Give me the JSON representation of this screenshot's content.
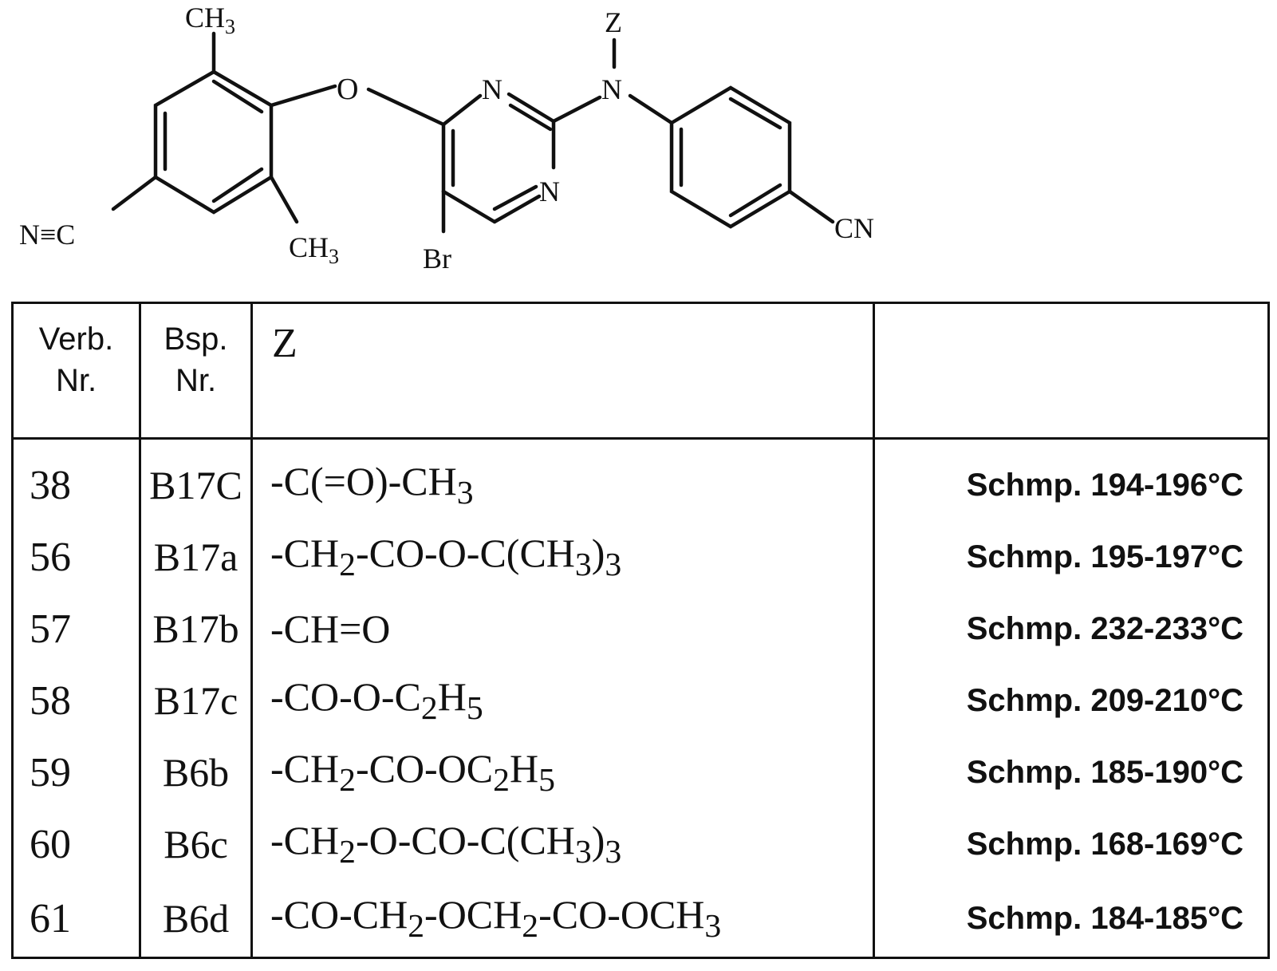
{
  "structure": {
    "labels": {
      "ch3_top": "CH3",
      "ch3_bottom": "CH3",
      "oxygen": "O",
      "nitrile_left": "N≡C",
      "n_pyr_top": "N",
      "n_pyr_bottom": "N",
      "n_amine": "N",
      "z_label": "Z",
      "bromo": "Br",
      "nitrile_right": "CN"
    }
  },
  "table": {
    "headers": {
      "verb_line1": "Verb.",
      "verb_line2": "Nr.",
      "bsp_line1": "Bsp.",
      "bsp_line2": "Nr.",
      "z": "Z",
      "extra": ""
    },
    "rows": [
      {
        "verb": "38",
        "bsp": "B17C",
        "z": "-C(=O)-CH3",
        "mp": "Schmp. 194-196°C"
      },
      {
        "verb": "56",
        "bsp": "B17a",
        "z": "-CH2-CO-O-C(CH3)3",
        "mp": "Schmp. 195-197°C"
      },
      {
        "verb": "57",
        "bsp": "B17b",
        "z": "-CH=O",
        "mp": "Schmp. 232-233°C"
      },
      {
        "verb": "58",
        "bsp": "B17c",
        "z": "-CO-O-C2H5",
        "mp": "Schmp. 209-210°C"
      },
      {
        "verb": "59",
        "bsp": "B6b",
        "z": "-CH2-CO-OC2H5",
        "mp": "Schmp. 185-190°C"
      },
      {
        "verb": "60",
        "bsp": "B6c",
        "z": "-CH2-O-CO-C(CH3)3",
        "mp": "Schmp. 168-169°C"
      },
      {
        "verb": "61",
        "bsp": "B6d",
        "z": "-CO-CH2-OCH2-CO-OCH3",
        "mp": "Schmp. 184-185°C"
      }
    ]
  }
}
